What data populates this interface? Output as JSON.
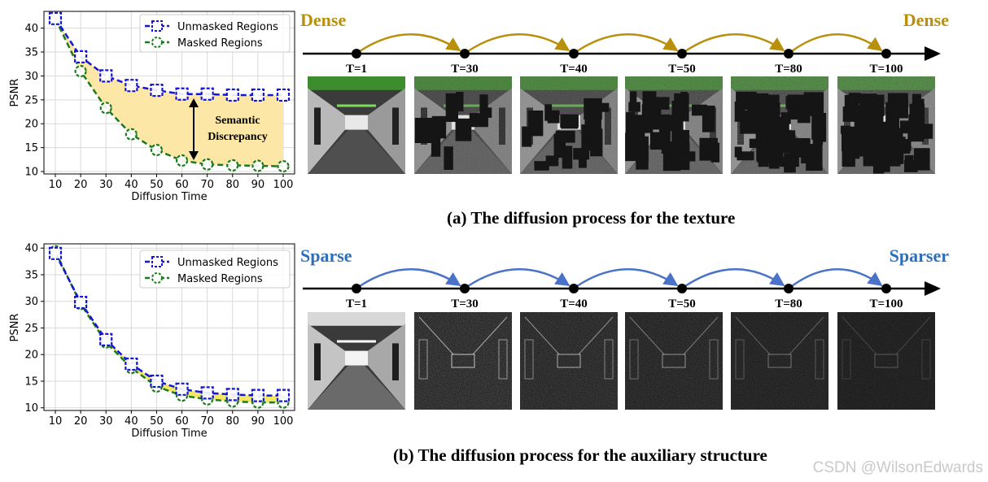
{
  "colors": {
    "unmasked": "#1515d8",
    "masked": "#1c7a1c",
    "gap_fill": "#fde7a6",
    "gap_fill_b": "#f2e868",
    "texture_arrow": "#b8900c",
    "structure_arrow": "#4a72c8"
  },
  "chart_data": [
    {
      "type": "line",
      "x": [
        10,
        20,
        30,
        40,
        50,
        60,
        70,
        80,
        90,
        100
      ],
      "series": [
        {
          "name": "Unmasked Regions",
          "values": [
            42,
            34,
            30,
            28,
            27,
            26.2,
            26.2,
            26,
            26,
            26
          ]
        },
        {
          "name": "Masked Regions",
          "values": [
            42,
            31,
            23.3,
            17.8,
            14.5,
            12.3,
            11.5,
            11.3,
            11.2,
            11.1
          ]
        }
      ],
      "xlabel": "Diffusion Time",
      "ylabel": "PSNR",
      "xticks": [
        "10",
        "20",
        "30",
        "40",
        "50",
        "60",
        "70",
        "80",
        "90",
        "100"
      ],
      "yticks": [
        "10",
        "15",
        "20",
        "25",
        "30",
        "35",
        "40"
      ],
      "ylim": [
        9.5,
        43.5
      ],
      "grid": true,
      "legend_position": "top-right",
      "annotation": [
        "Semantic",
        "Discrepancy"
      ]
    },
    {
      "type": "line",
      "x": [
        10,
        20,
        30,
        40,
        50,
        60,
        70,
        80,
        90,
        100
      ],
      "series": [
        {
          "name": "Unmasked Regions",
          "values": [
            39,
            29.8,
            22.8,
            18.2,
            15,
            13.5,
            12.8,
            12.5,
            12.3,
            12.3
          ]
        },
        {
          "name": "Masked Regions",
          "values": [
            39.4,
            29.5,
            22.3,
            17.5,
            14,
            12.3,
            11.6,
            11.2,
            11,
            11
          ]
        }
      ],
      "xlabel": "Diffusion Time",
      "ylabel": "PSNR",
      "xticks": [
        "10",
        "20",
        "30",
        "40",
        "50",
        "60",
        "70",
        "80",
        "90",
        "100"
      ],
      "yticks": [
        "10",
        "15",
        "20",
        "25",
        "30",
        "35",
        "40"
      ],
      "ylim": [
        9.5,
        40.8
      ],
      "grid": true,
      "legend_position": "top-right"
    }
  ],
  "panel_a": {
    "start_label": "Dense",
    "end_label": "Dense",
    "timesteps": [
      "T=1",
      "T=30",
      "T=40",
      "T=50",
      "T=80",
      "T=100"
    ],
    "caption": "(a) The diffusion process for the texture"
  },
  "panel_b": {
    "start_label": "Sparse",
    "end_label": "Sparser",
    "timesteps": [
      "T=1",
      "T=30",
      "T=40",
      "T=50",
      "T=80",
      "T=100"
    ],
    "caption": "(b) The diffusion process for the auxiliary structure"
  },
  "watermark": "CSDN @WilsonEdwards"
}
